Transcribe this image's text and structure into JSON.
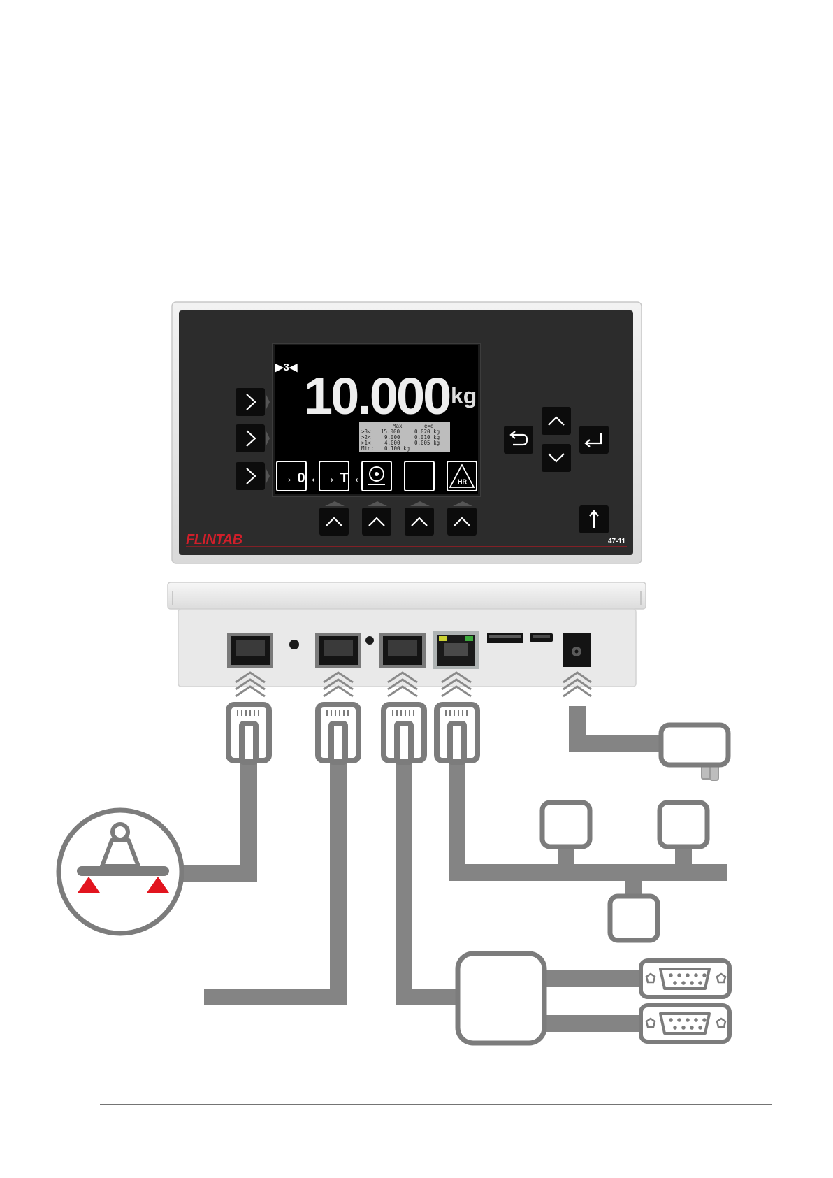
{
  "brand": {
    "name": "FLINTAB",
    "model": "47-11",
    "accent_color": "#d01f2a"
  },
  "display": {
    "range_indicator": "▶3◀",
    "weight_value": "10.000",
    "weight_unit": "kg",
    "info_table": {
      "header_max": "Max",
      "header_e": "e=d",
      "rows": [
        {
          "label": ">3<",
          "max": "15.000",
          "e": "0.020 kg"
        },
        {
          "label": ">2<",
          "max": "9.000",
          "e": "0.010 kg"
        },
        {
          "label": ">1<",
          "max": "4.000",
          "e": "0.005 kg"
        }
      ],
      "min_label": "Min:",
      "min_value": "0.100 kg"
    },
    "softkeys": [
      {
        "icon": "zero-icon",
        "label": "→ 0 ←"
      },
      {
        "icon": "tare-icon",
        "label": "→ T ←"
      },
      {
        "icon": "print-icon",
        "label": ""
      },
      {
        "icon": "blank-icon",
        "label": ""
      },
      {
        "icon": "hr-icon",
        "label": "HR"
      }
    ]
  },
  "keypad": {
    "left_keys": [
      "chevron-right-icon",
      "chevron-right-icon",
      "chevron-right-icon"
    ],
    "bottom_keys": [
      "chevron-up-icon",
      "chevron-up-icon",
      "chevron-up-icon",
      "chevron-up-icon"
    ],
    "nav_keys": [
      "back-icon",
      "up-icon",
      "down-icon",
      "enter-icon",
      "shift-icon"
    ]
  },
  "connections": {
    "ports": [
      "load-cell-rj45",
      "rj45-port-2",
      "rj45-port-3",
      "ethernet-rj45",
      "dip-switch",
      "usb-port",
      "power-jack"
    ],
    "peripherals": [
      "weighing-platform",
      "power-adapter",
      "network-nodes",
      "serial-converter",
      "db9-connector-1",
      "db9-connector-2"
    ]
  },
  "colors": {
    "panel": "#2c2c2c",
    "screen": "#000000",
    "key": "#0c0c0c",
    "housing": "#e9e9e9",
    "cable": "#848484",
    "outline": "#7c7c7c",
    "scale_feet": "#e2141e"
  }
}
